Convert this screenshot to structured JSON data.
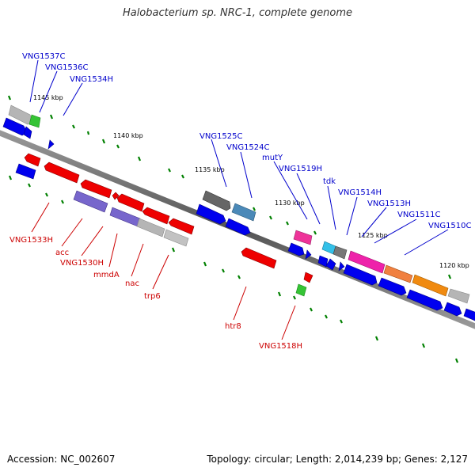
{
  "title": "Halobacterium sp. NRC-1, complete genome",
  "footer": {
    "accession": "Accession: NC_002607",
    "summary": "Topology: circular; Length: 2,014,239 bp; Genes: 2,127"
  },
  "colors": {
    "forward_label": "#0000cc",
    "reverse_label": "#cc0000",
    "strand_blue": "#0000ee",
    "strand_red": "#ee0000",
    "ruler_tick": "#008000"
  },
  "ticks": [
    {
      "label": "1145 kbp"
    },
    {
      "label": "1140 kbp"
    },
    {
      "label": "1135 kbp"
    },
    {
      "label": "1130 kbp"
    },
    {
      "label": "1125 kbp"
    },
    {
      "label": "1120 kbp"
    }
  ],
  "forward_labels": [
    "VNG1537C",
    "VNG1536C",
    "VNG1534H",
    "VNG1525C",
    "VNG1524C",
    "mutY",
    "VNG1519H",
    "tdk",
    "VNG1514H",
    "VNG1513H",
    "VNG1511C",
    "VNG1510C"
  ],
  "reverse_labels": [
    "VNG1533H",
    "acc",
    "VNG1530H",
    "mmdA",
    "nac",
    "trp6",
    "htr8",
    "VNG1518H"
  ]
}
